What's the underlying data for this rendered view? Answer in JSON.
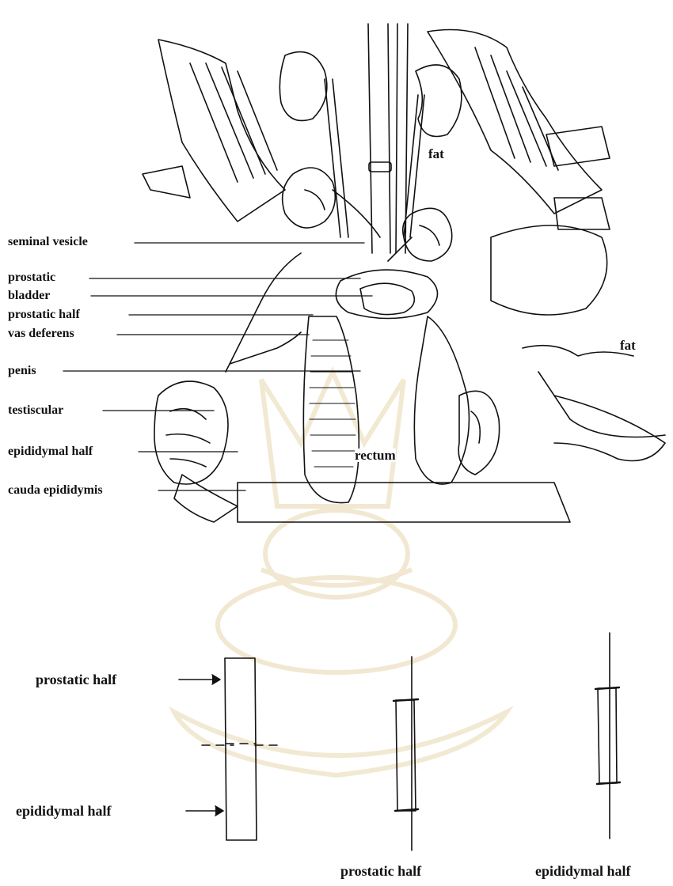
{
  "diagram": {
    "top_figure": {
      "labels_left": [
        "seminal vesicle",
        "prostatic",
        "bladder",
        "prostatic half",
        "vas deferens",
        "penis",
        "testiscular",
        "epididymal half",
        "cauda epididymis"
      ],
      "labels_in_figure": {
        "fat_upper": "fat",
        "fat_right": "fat",
        "rectum": "rectum"
      }
    },
    "bottom_figure": {
      "left_labels": {
        "prostatic_half": "prostatic half",
        "epididymal_half": "epididymal half"
      },
      "captions": {
        "middle": "prostatic half",
        "right": "epididymal half"
      }
    }
  },
  "colors": {
    "ink": "#111111",
    "watermark": "#e8dcc0"
  }
}
